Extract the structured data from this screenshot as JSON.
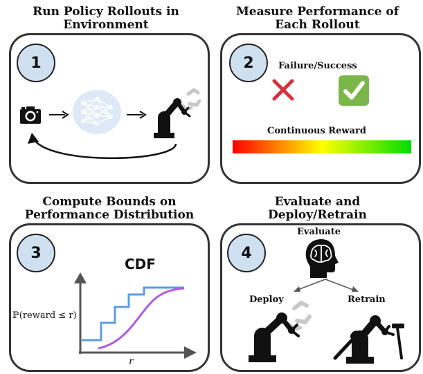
{
  "panel1": {
    "title_line1": "Run Policy Rollouts in",
    "title_line2": "Environment",
    "step": "1",
    "icons": [
      "camera-icon",
      "neural-network-icon",
      "robot-arm-icon",
      "feedback-arrow"
    ]
  },
  "panel2": {
    "title_line1": "Measure Performance of",
    "title_line2": "Each Rollout",
    "step": "2",
    "binary_label": "Failure/Success",
    "continuous_label": "Continuous Reward",
    "colors": {
      "failure": "#d9303d",
      "success": "#7ab648",
      "gradient": [
        "#ff0000",
        "#ffff00",
        "#00dd00"
      ]
    }
  },
  "panel3": {
    "title_line1": "Compute Bounds on",
    "title_line2": "Performance Distribution",
    "step": "3",
    "chart_label": "CDF",
    "ylabel": "ℙ(reward ≤ r)",
    "xlabel": "r",
    "colors": {
      "bound": "#5b9be6",
      "cdf": "#b05ae0"
    }
  },
  "panel4": {
    "title_line1": "Evaluate and",
    "title_line2": "Deploy/Retrain",
    "step": "4",
    "evaluate_label": "Evaluate",
    "deploy_label": "Deploy",
    "retrain_label": "Retrain"
  }
}
